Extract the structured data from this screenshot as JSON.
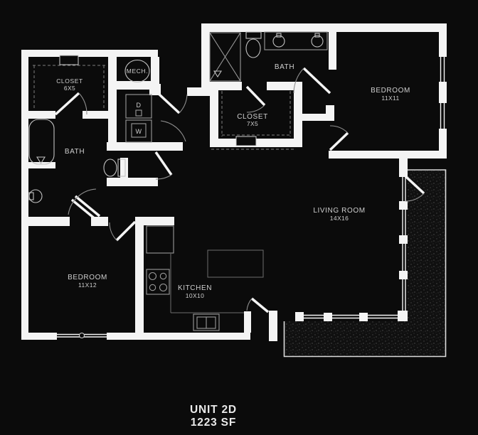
{
  "unit": {
    "name": "UNIT 2D",
    "area": "1223 SF"
  },
  "rooms": {
    "closet1": {
      "label": "CLOSET",
      "dims": "6X5"
    },
    "mech": {
      "label": "MECH."
    },
    "bath1": {
      "label": "BATH"
    },
    "bedroom2": {
      "label": "BEDROOM",
      "dims": "11X12"
    },
    "kitchen": {
      "label": "KITCHEN",
      "dims": "10X10"
    },
    "living": {
      "label": "LIVING ROOM",
      "dims": "14X16"
    },
    "bath2": {
      "label": "BATH"
    },
    "closet2": {
      "label": "CLOSET",
      "dims": "7X5"
    },
    "bedroom1": {
      "label": "BEDROOM",
      "dims": "11X11"
    }
  },
  "appliances": {
    "dryer": "D",
    "washer": "W"
  },
  "colors": {
    "background": "#0b0b0b",
    "wall": "#f4f4f4",
    "fixture_line": "#9a9a9a",
    "label_text": "#cfcfcf",
    "footer_text": "#e9e9e9"
  }
}
